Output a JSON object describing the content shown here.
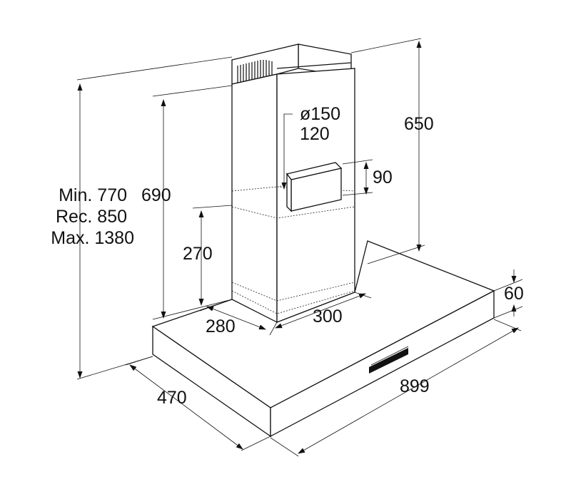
{
  "dimensions": {
    "min_height": "Min. 770",
    "rec_height": "Rec. 850",
    "max_height": "Max. 1380",
    "chimney_height": "690",
    "lower_chimney": "270",
    "upper_extent": "650",
    "duct_diameter": "ø150",
    "duct_alt": "120",
    "outlet_height": "90",
    "canopy_thickness": "60",
    "chimney_depth": "280",
    "chimney_width": "300",
    "hood_depth": "470",
    "hood_width": "899"
  }
}
